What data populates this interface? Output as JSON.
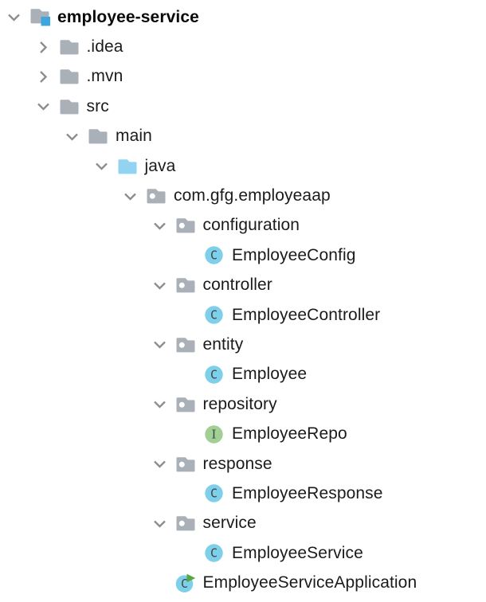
{
  "project_tree": {
    "rows": [
      {
        "label": "employee-service",
        "level": 0,
        "chevron": "expanded",
        "icon": "project-folder",
        "bold": true
      },
      {
        "label": ".idea",
        "level": 1,
        "chevron": "collapsed",
        "icon": "folder",
        "bold": false
      },
      {
        "label": ".mvn",
        "level": 1,
        "chevron": "collapsed",
        "icon": "folder",
        "bold": false
      },
      {
        "label": "src",
        "level": 1,
        "chevron": "expanded",
        "icon": "folder",
        "bold": false
      },
      {
        "label": "main",
        "level": 2,
        "chevron": "expanded",
        "icon": "folder",
        "bold": false
      },
      {
        "label": "java",
        "level": 3,
        "chevron": "expanded",
        "icon": "source-folder",
        "bold": false
      },
      {
        "label": "com.gfg.employeaap",
        "level": 4,
        "chevron": "expanded",
        "icon": "package-folder",
        "bold": false
      },
      {
        "label": "configuration",
        "level": 5,
        "chevron": "expanded",
        "icon": "package-folder",
        "bold": false
      },
      {
        "label": "EmployeeConfig",
        "level": 6,
        "chevron": "none",
        "icon": "class",
        "bold": false
      },
      {
        "label": "controller",
        "level": 5,
        "chevron": "expanded",
        "icon": "package-folder",
        "bold": false
      },
      {
        "label": "EmployeeController",
        "level": 6,
        "chevron": "none",
        "icon": "class",
        "bold": false
      },
      {
        "label": "entity",
        "level": 5,
        "chevron": "expanded",
        "icon": "package-folder",
        "bold": false
      },
      {
        "label": "Employee",
        "level": 6,
        "chevron": "none",
        "icon": "class",
        "bold": false
      },
      {
        "label": "repository",
        "level": 5,
        "chevron": "expanded",
        "icon": "package-folder",
        "bold": false
      },
      {
        "label": "EmployeeRepo",
        "level": 6,
        "chevron": "none",
        "icon": "interface",
        "bold": false
      },
      {
        "label": "response",
        "level": 5,
        "chevron": "expanded",
        "icon": "package-folder",
        "bold": false
      },
      {
        "label": "EmployeeResponse",
        "level": 6,
        "chevron": "none",
        "icon": "class",
        "bold": false
      },
      {
        "label": "service",
        "level": 5,
        "chevron": "expanded",
        "icon": "package-folder",
        "bold": false
      },
      {
        "label": "EmployeeService",
        "level": 6,
        "chevron": "none",
        "icon": "class",
        "bold": false
      },
      {
        "label": "EmployeeServiceApplication",
        "level": 5,
        "chevron": "none",
        "icon": "main-class",
        "bold": false
      }
    ],
    "icon_letters": {
      "class": "C",
      "interface": "I"
    },
    "colors": {
      "folder_gray": "#A9B0B8",
      "source_blue": "#92D3F1",
      "class_blue": "#7DCFEA",
      "interface_green": "#A1CF94",
      "run_green": "#57A643",
      "project_square": "#3BA7DC",
      "chevron_gray": "#8C8C8C",
      "glyph_dark": "#3F464A",
      "package_dot": "#FFFFFF"
    }
  }
}
